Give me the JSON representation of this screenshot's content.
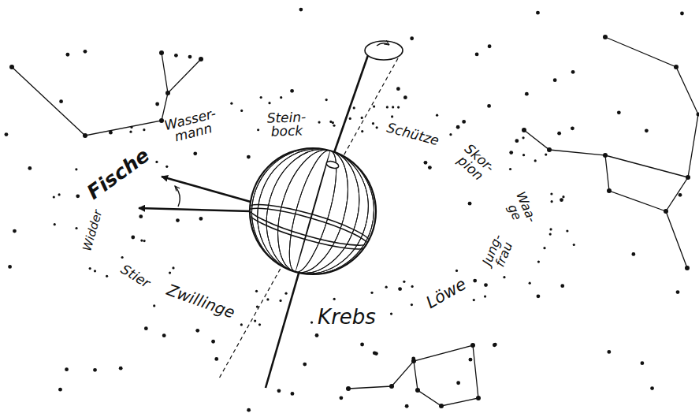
{
  "diagram": {
    "labels": [
      "Wasser- mann",
      "Stein- bock",
      "Schütze",
      "Skor- pion",
      "Waa- ge",
      "Fische",
      "Widder",
      "Jung- frau",
      "Stier",
      "Zwillinge",
      "Löwe",
      "Krebs"
    ]
  }
}
